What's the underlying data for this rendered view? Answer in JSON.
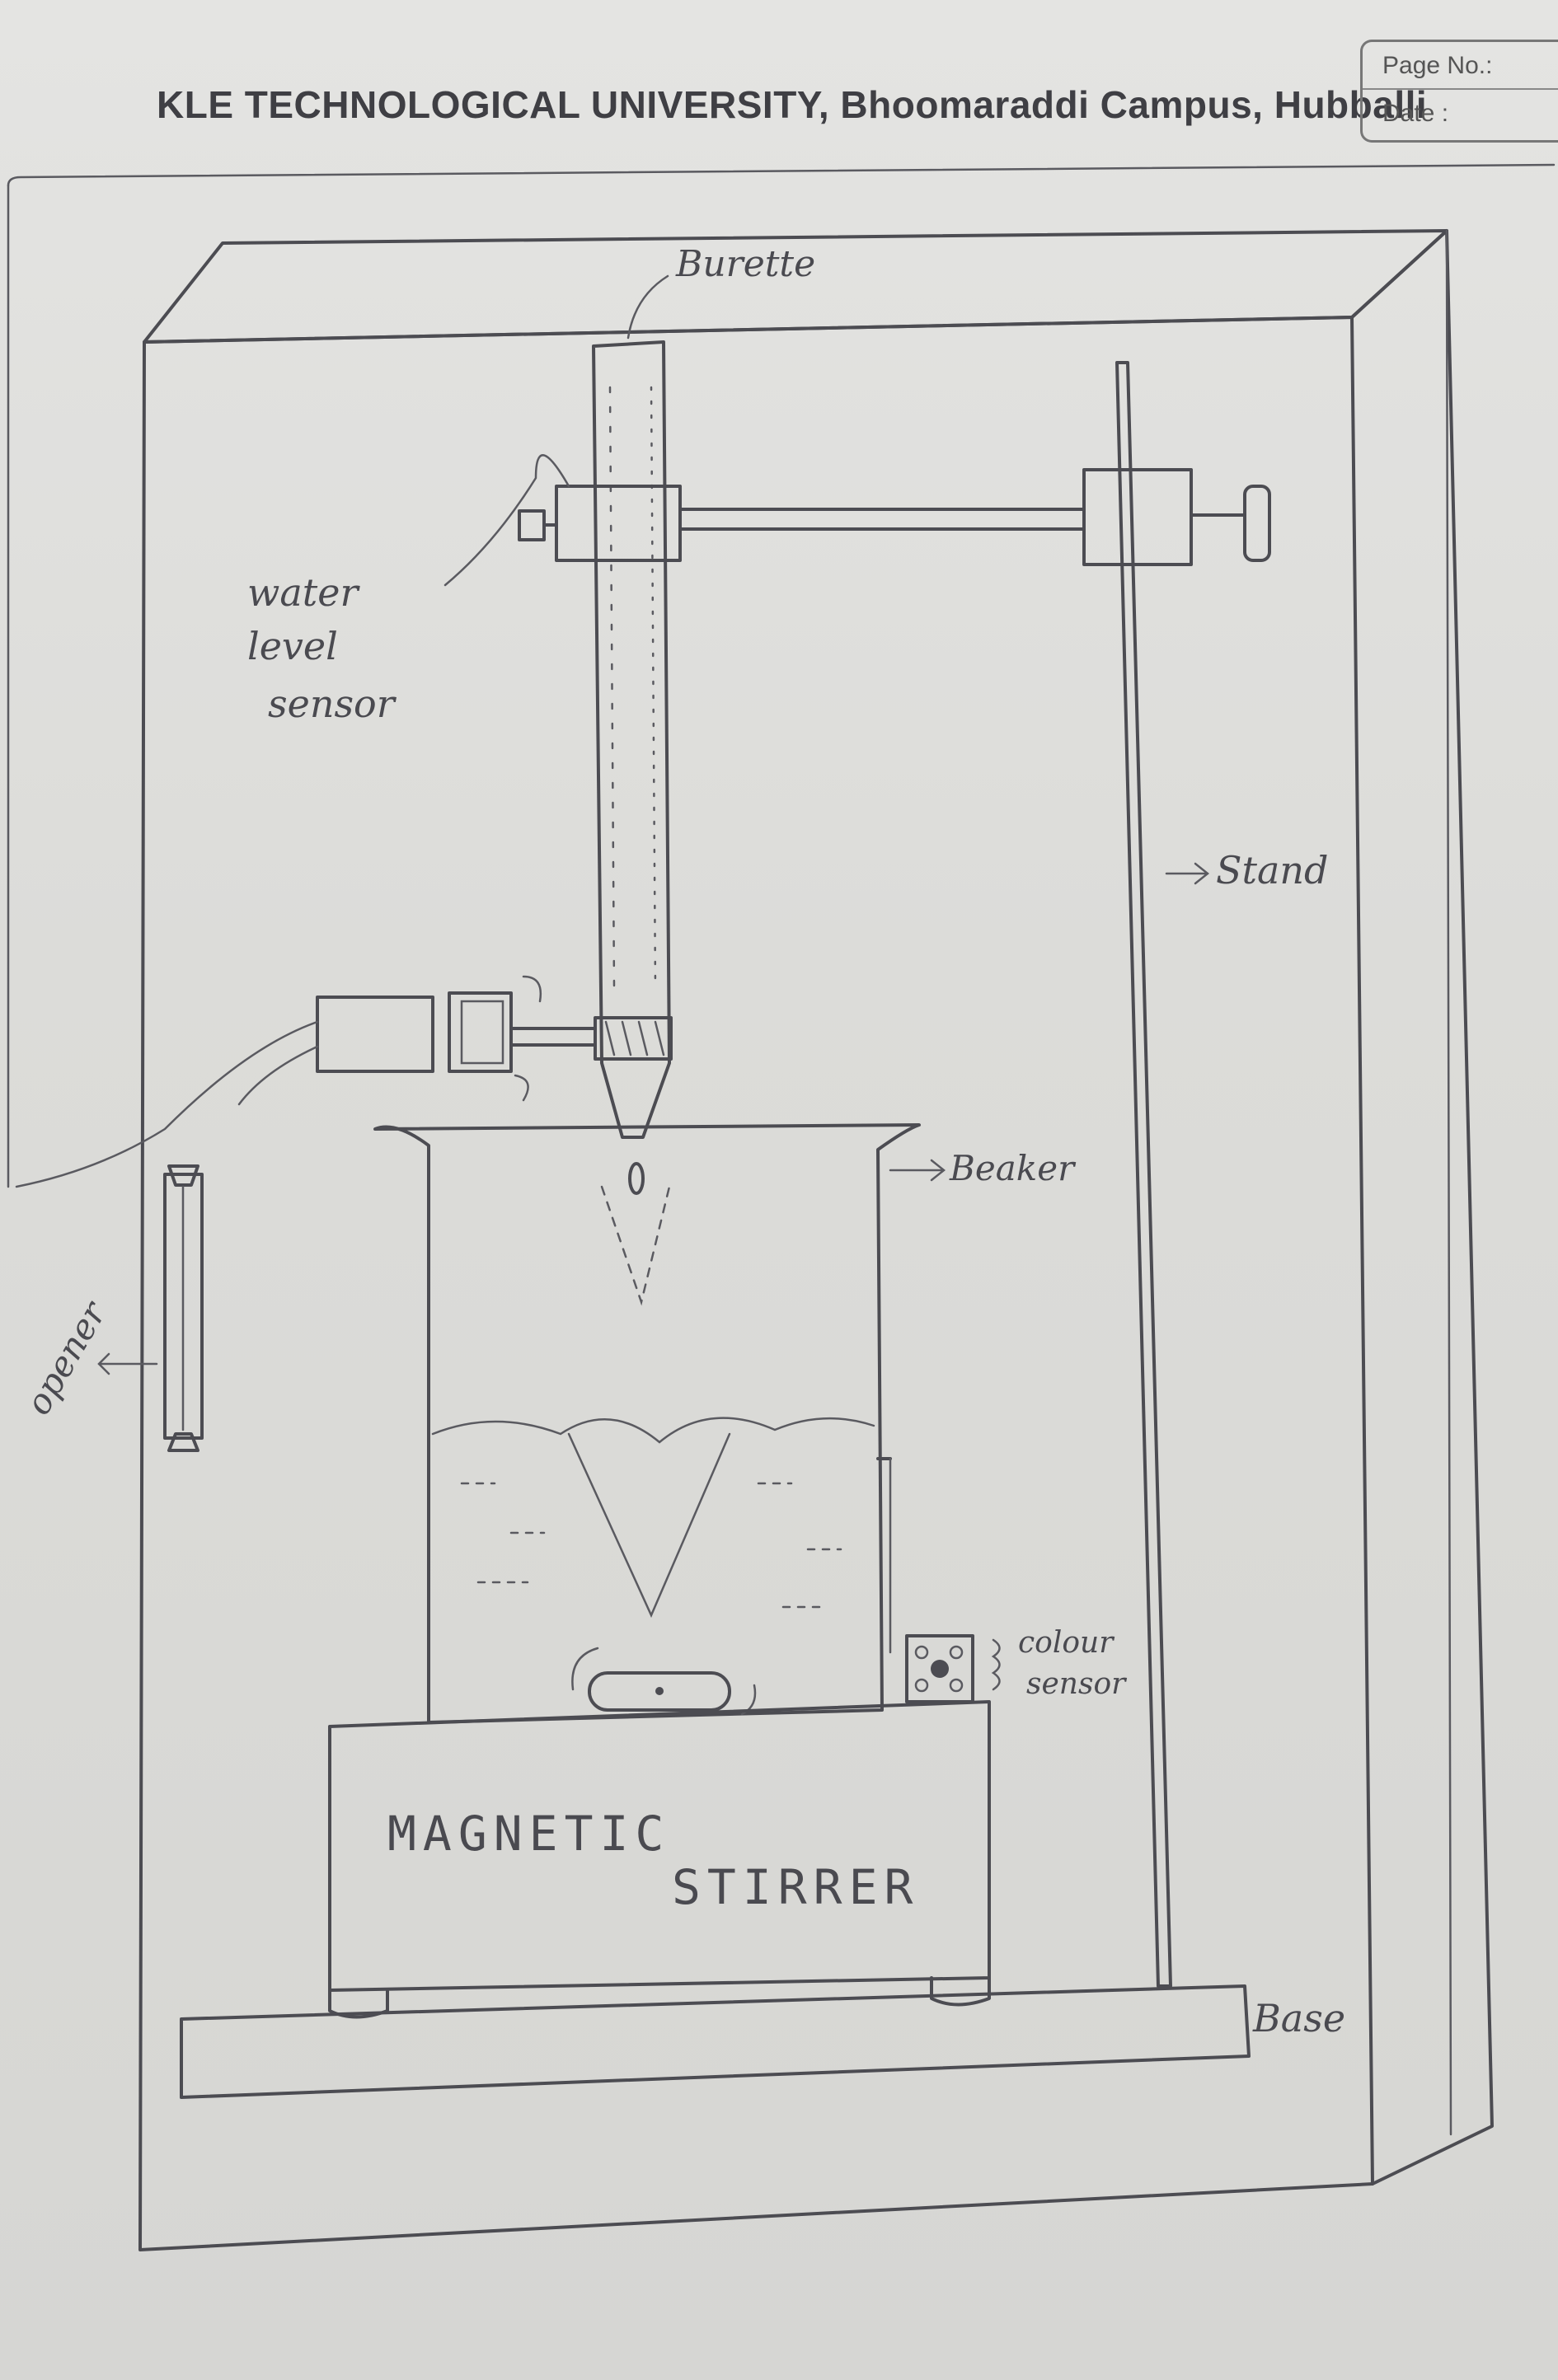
{
  "header": {
    "university": "KLE TECHNOLOGICAL UNIVERSITY, Bhoomaraddi Campus, Hubballi",
    "page_no_label": "Page No.:",
    "date_label": "Date :"
  },
  "labels": {
    "burette": "Burette",
    "water_level_sensor_line1": "water",
    "water_level_sensor_line2": "level",
    "water_level_sensor_line3": "sensor",
    "stand": "Stand",
    "beaker": "Beaker",
    "opener": "opener",
    "colour_sensor_line1": "colour",
    "colour_sensor_line2": "sensor",
    "magnetic": "MAGNETIC",
    "stirrer": "STIRRER",
    "base": "Base"
  }
}
